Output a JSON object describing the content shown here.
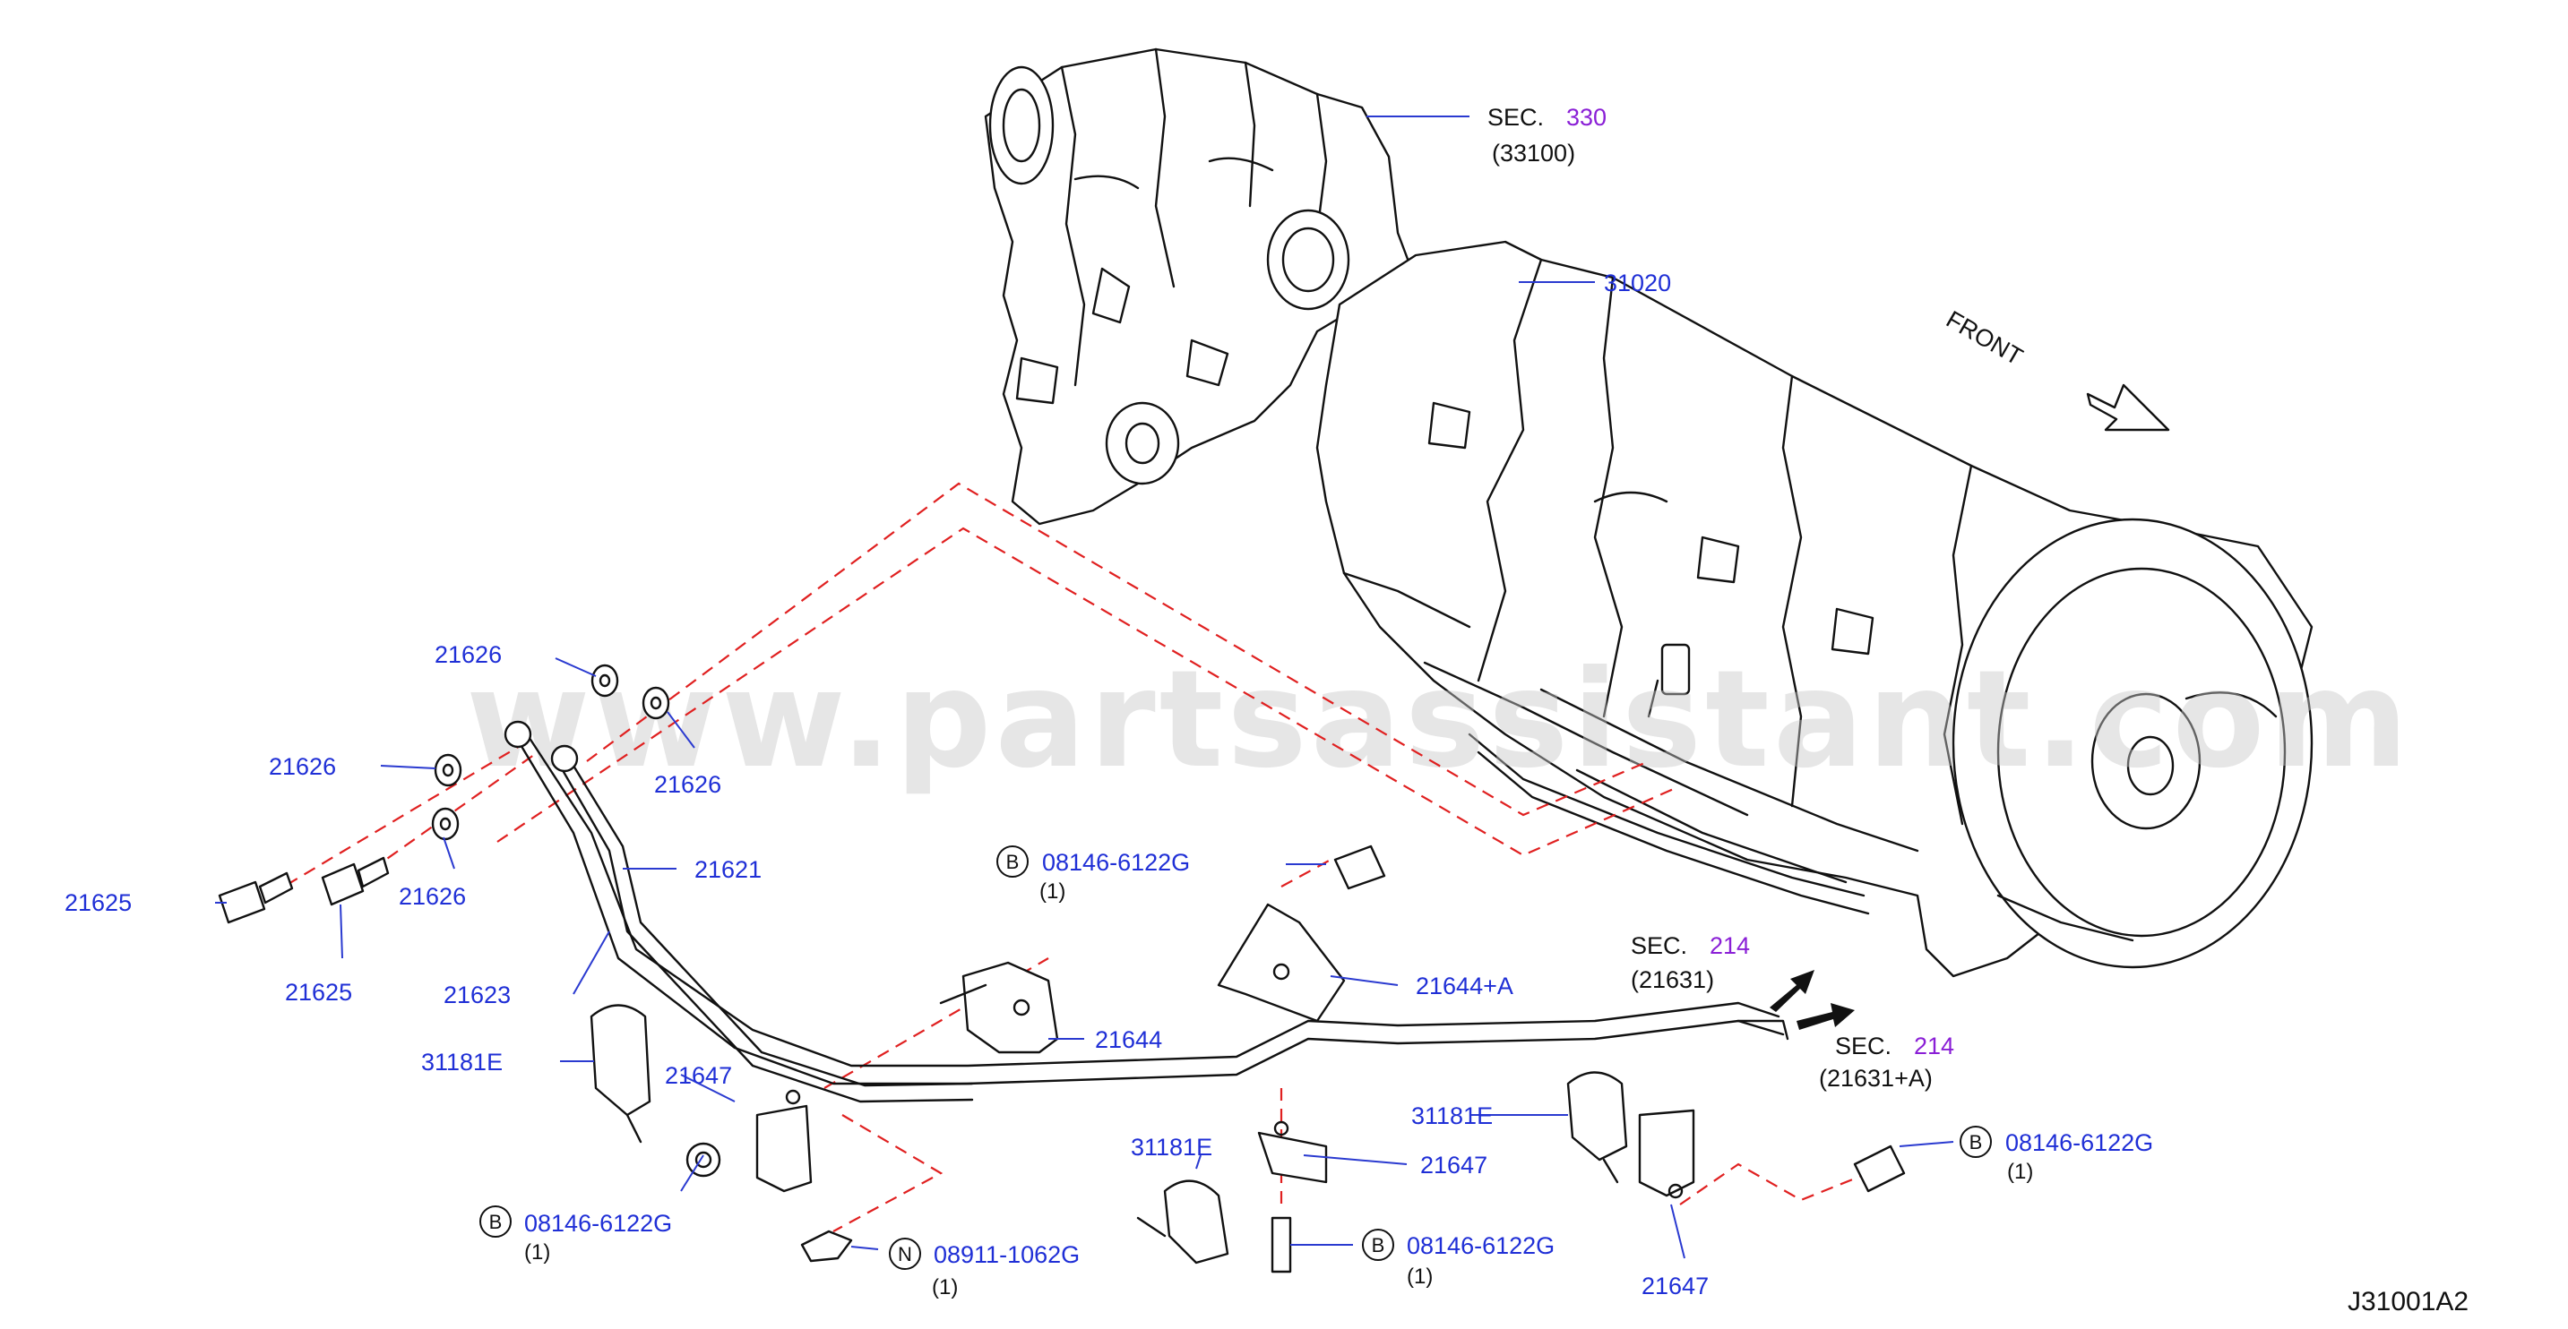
{
  "watermark": "www.partsassistant.com",
  "drawing_code": "J31001A2",
  "front_label": "FRONT",
  "sections": [
    {
      "prefix": "SEC.",
      "number": "330",
      "sub": "(33100)"
    },
    {
      "prefix": "SEC.",
      "number": "214",
      "sub": "(21631)"
    },
    {
      "prefix": "SEC.",
      "number": "214",
      "sub": "(21631+A)"
    }
  ],
  "parts": {
    "p31020": "31020",
    "p21626a": "21626",
    "p21626b": "21626",
    "p21626c": "21626",
    "p21626d": "21626",
    "p21625a": "21625",
    "p21625b": "21625",
    "p21621": "21621",
    "p21623": "21623",
    "p31181Ea": "31181E",
    "p31181Eb": "31181E",
    "p31181Ec": "31181E",
    "p21647a": "21647",
    "p21647b": "21647",
    "p21647c": "21647",
    "p21644": "21644",
    "p21644A": "21644+A"
  },
  "fasteners": [
    {
      "badge": "B",
      "code": "08146-6122G",
      "qty": "(1)"
    },
    {
      "badge": "B",
      "code": "08146-6122G",
      "qty": "(1)"
    },
    {
      "badge": "N",
      "code": "08911-1062G",
      "qty": "(1)"
    },
    {
      "badge": "B",
      "code": "08146-6122G",
      "qty": "(1)"
    },
    {
      "badge": "B",
      "code": "08146-6122G",
      "qty": "(1)"
    }
  ],
  "colors": {
    "label_blue": "#1f2fd6",
    "section_purple": "#8a1fd6",
    "guide_dash_red": "#e02020",
    "line_black": "#111111"
  },
  "icons": [
    "front-arrow-icon",
    "flow-arrow-icon"
  ]
}
